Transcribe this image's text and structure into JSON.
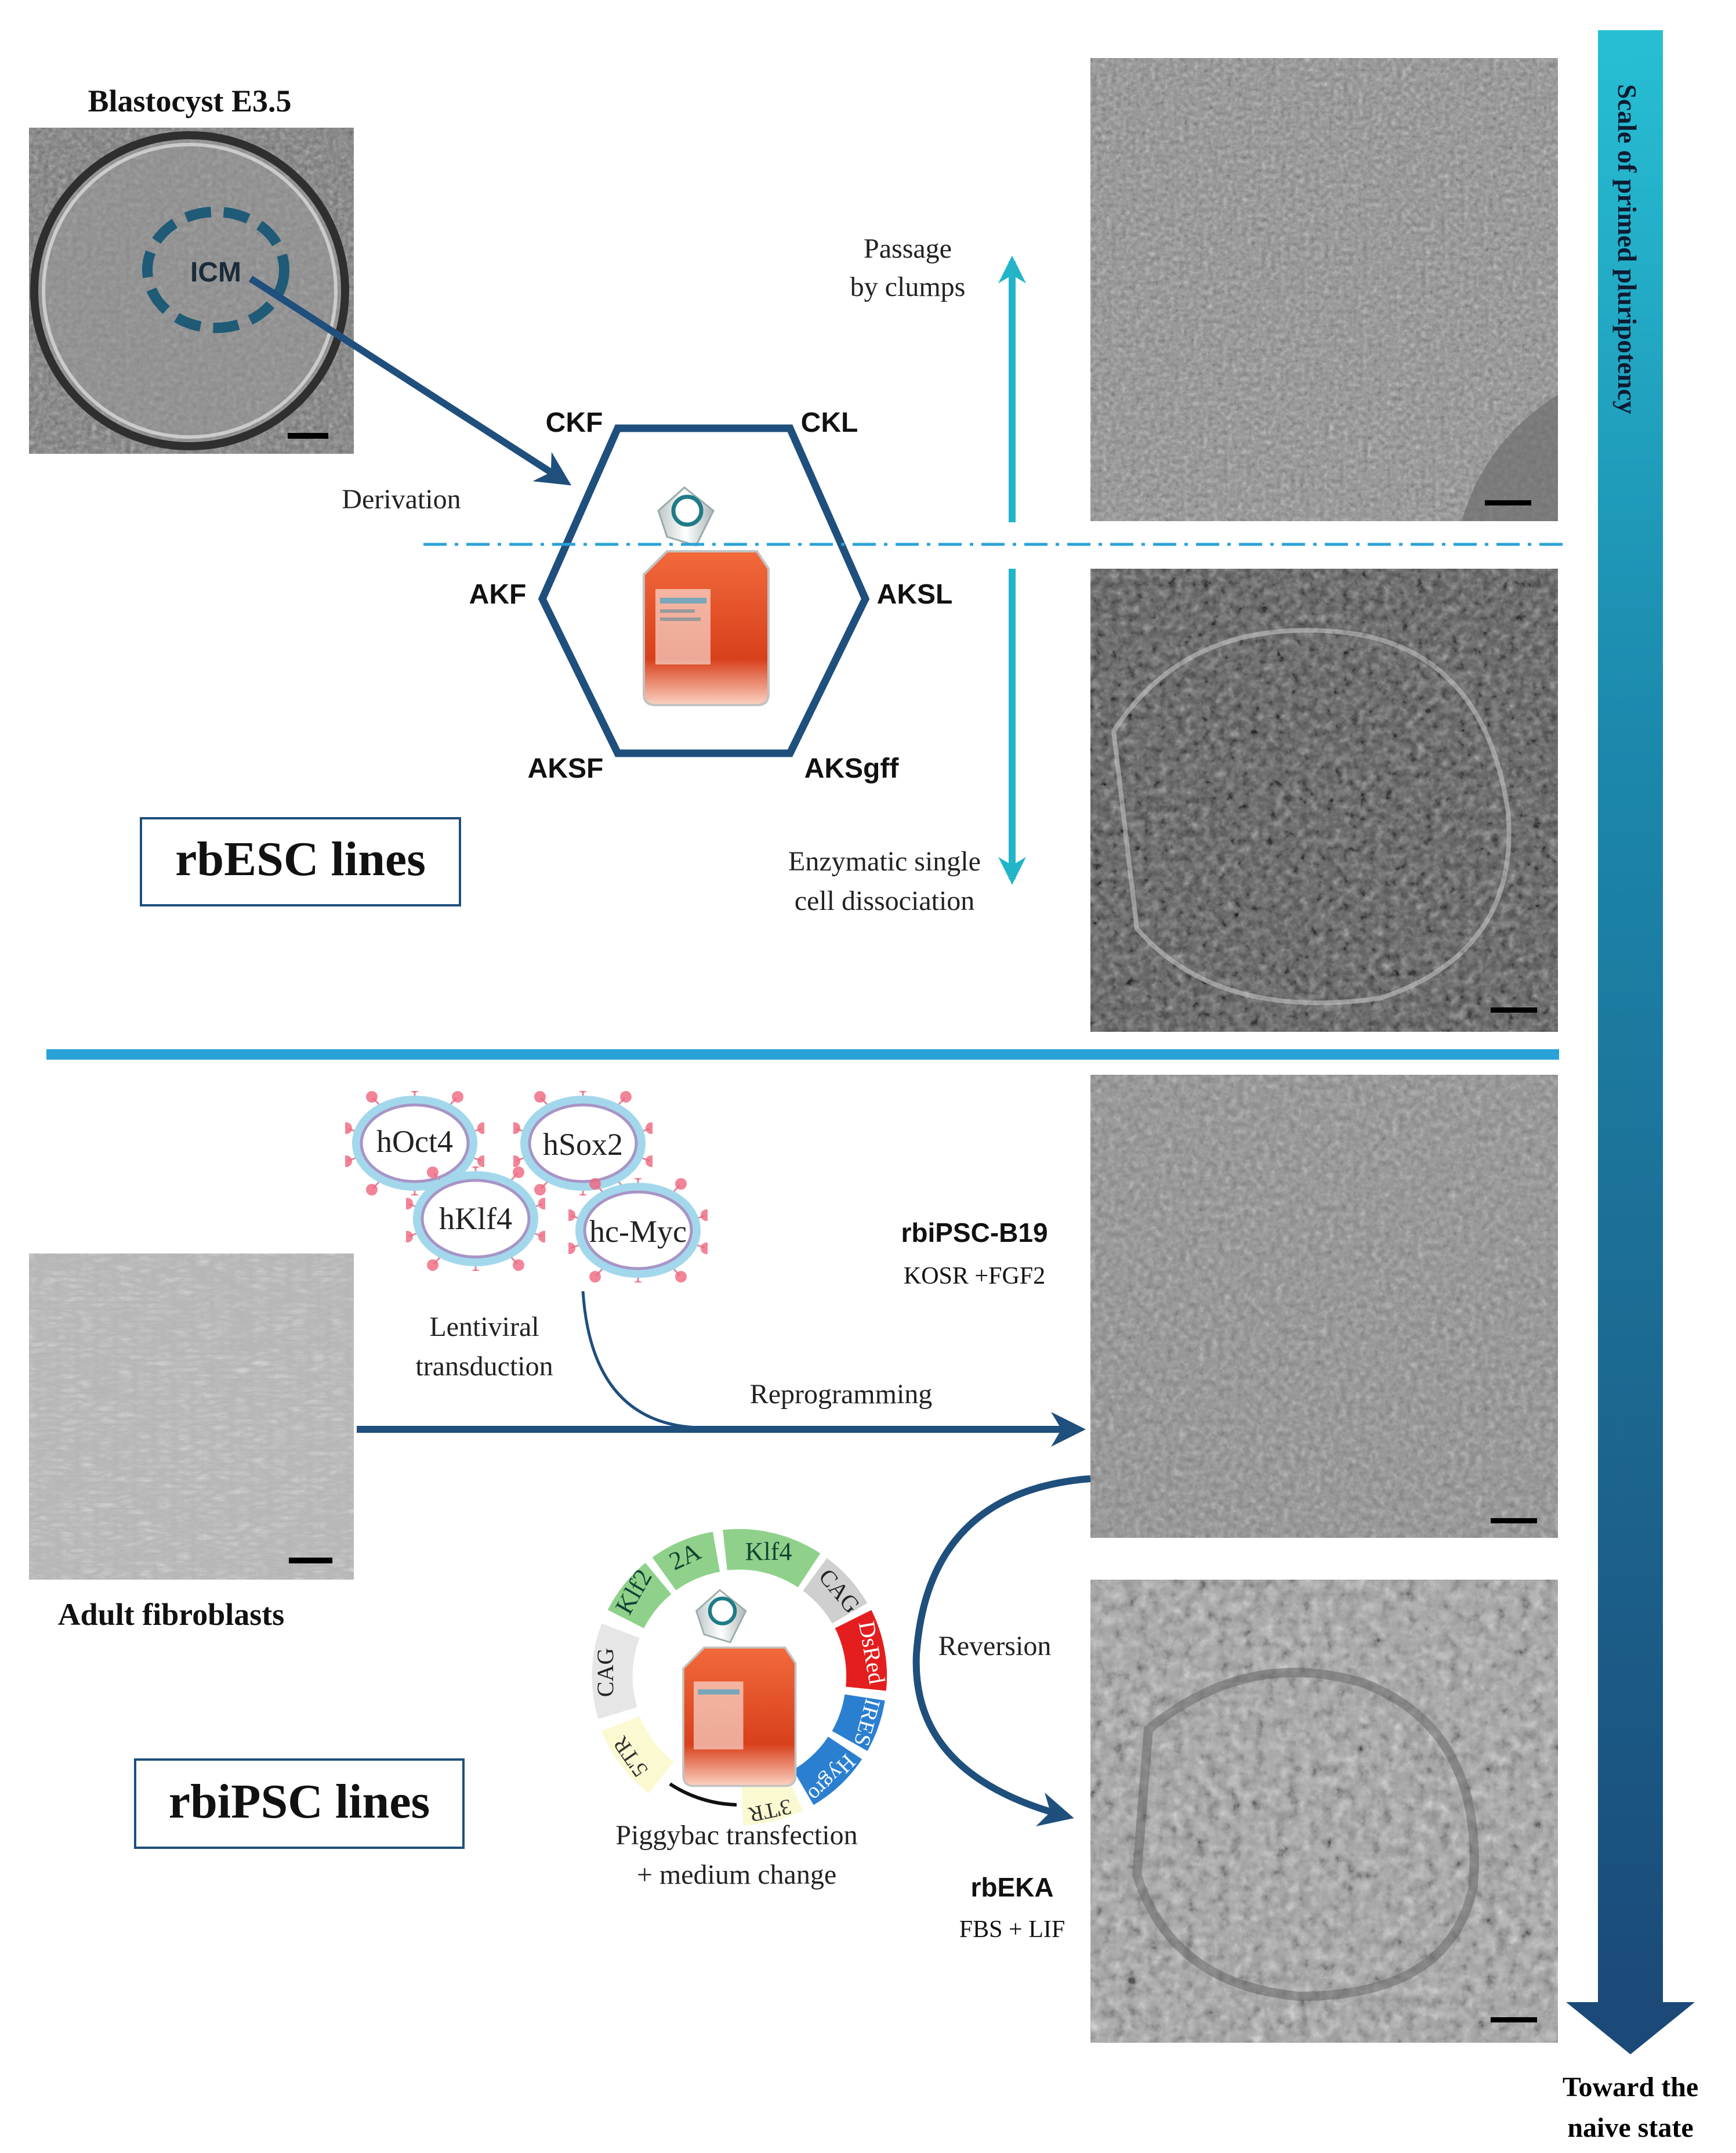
{
  "top": {
    "blastocyst_title": "Blastocyst E3.5",
    "icm_label": "ICM",
    "derivation_label": "Derivation",
    "media": {
      "ckf": "CKF",
      "ckl": "CKL",
      "akf": "AKF",
      "aksl": "AKSL",
      "aksf": "AKSF",
      "aksgff": "AKSgff"
    },
    "passage_line1": "Passage",
    "passage_line2": "by clumps",
    "enzymatic_line1": "Enzymatic single",
    "enzymatic_line2": "cell dissociation",
    "box_label": "rbESC lines"
  },
  "bottom": {
    "viruses": {
      "oct4": "hOct4",
      "sox2": "hSox2",
      "klf4": "hKlf4",
      "cmyc": "hc-Myc"
    },
    "lentiviral_line1": "Lentiviral",
    "lentiviral_line2": "transduction",
    "reprogramming_label": "Reprogramming",
    "adult_fibroblasts": "Adult fibroblasts",
    "ipsc_name": "rbiPSC-B19",
    "ipsc_medium": "KOSR +FGF2",
    "reversion_label": "Reversion",
    "plasmid": {
      "klf2": "Klf2",
      "p2a": "2A",
      "klf4": "Klf4",
      "cag_right": "CAG",
      "dsred": "DsRed",
      "ires": "IRES",
      "hygro": "Hygro",
      "tr3": "3'TR",
      "tr5": "5'TR",
      "cag_left": "CAG"
    },
    "piggybac_line1": "Piggybac transfection",
    "piggybac_line2": "+ medium change",
    "eka_name": "rbEKA",
    "eka_medium": "FBS + LIF",
    "box_label": "rbiPSC lines"
  },
  "scale": {
    "title": "Scale of primed pluripotency",
    "bottom_line1": "Toward the",
    "bottom_line2": "naive state"
  },
  "colors": {
    "navy": "#1f4f7c",
    "teal": "#22b5c9",
    "divider": "#2aa2d8",
    "flask_medium": "#e4461c",
    "plasmid_green": "#8fd18b",
    "plasmid_red": "#e41e1e",
    "plasmid_blue": "#2b7fd0",
    "plasmid_cream": "#fbf9d2"
  }
}
